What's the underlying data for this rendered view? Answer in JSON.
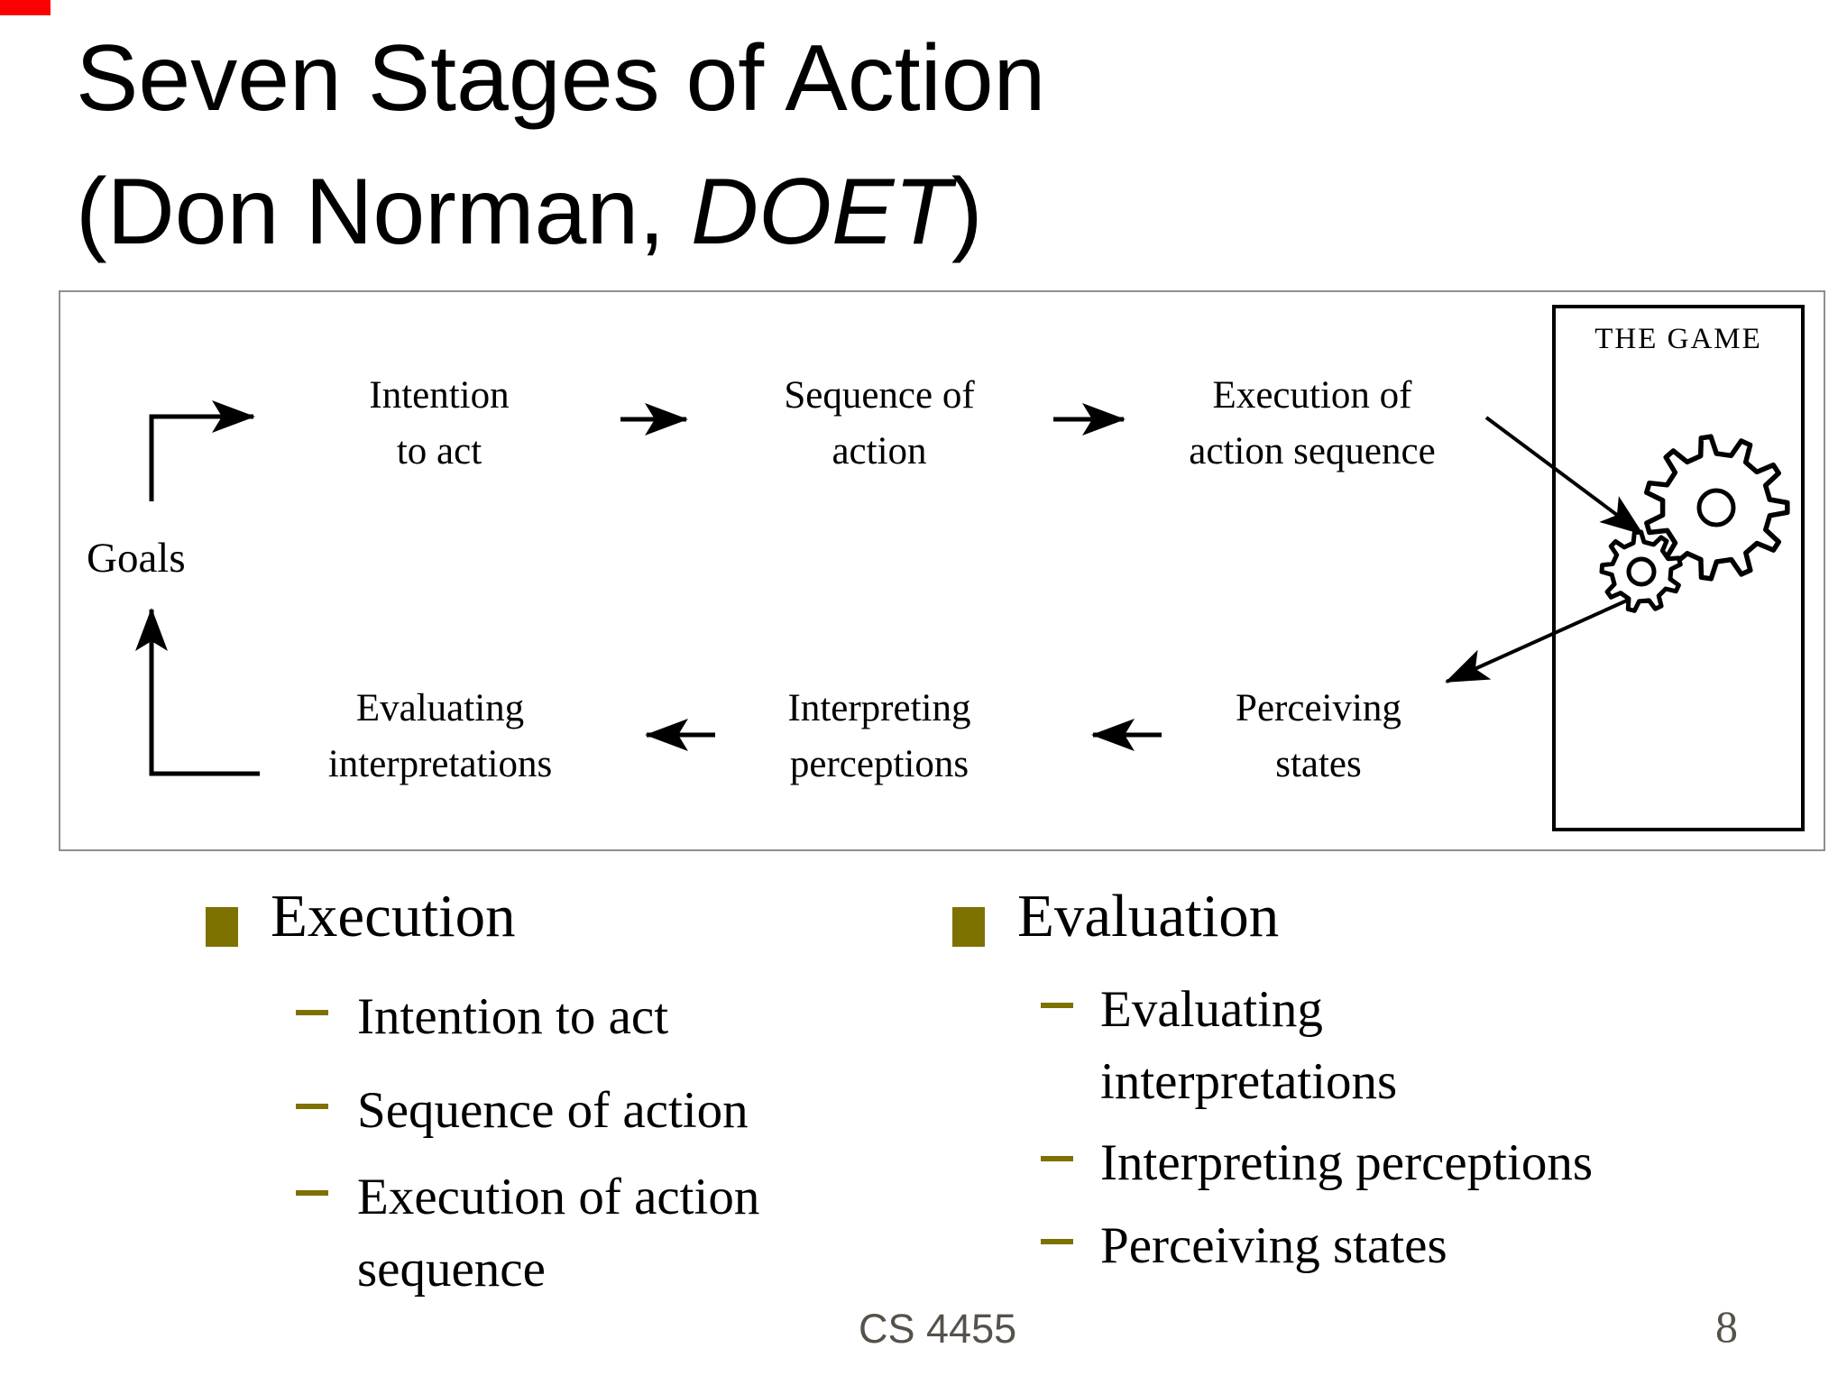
{
  "colors": {
    "bullet_olive": "#7d7100",
    "footer_gray": "#56524a",
    "frame_border_gray": "#8f8f8f",
    "corner_marker_red": "#fa0000",
    "ink_black": "#000000"
  },
  "title": {
    "line1": "Seven Stages of Action",
    "line2_prefix": "(Don Norman, ",
    "line2_italic": "DOET",
    "line2_suffix": ")"
  },
  "diagram": {
    "goals": "Goals",
    "top_row": [
      "Intention\nto act",
      "Sequence of\naction",
      "Execution of\naction sequence"
    ],
    "bottom_row": [
      "Evaluating\ninterpretations",
      "Interpreting\nperceptions",
      "Perceiving\nstates"
    ],
    "game_label": "THE GAME"
  },
  "bullets": {
    "left": {
      "heading": "Execution",
      "items": [
        "Intention to act",
        "Sequence of action",
        "Execution of action\nsequence"
      ]
    },
    "right": {
      "heading": "Evaluation",
      "items": [
        "Evaluating\ninterpretations",
        "Interpreting perceptions",
        "Perceiving states"
      ]
    }
  },
  "footer": {
    "course": "CS 4455",
    "page": "8"
  }
}
